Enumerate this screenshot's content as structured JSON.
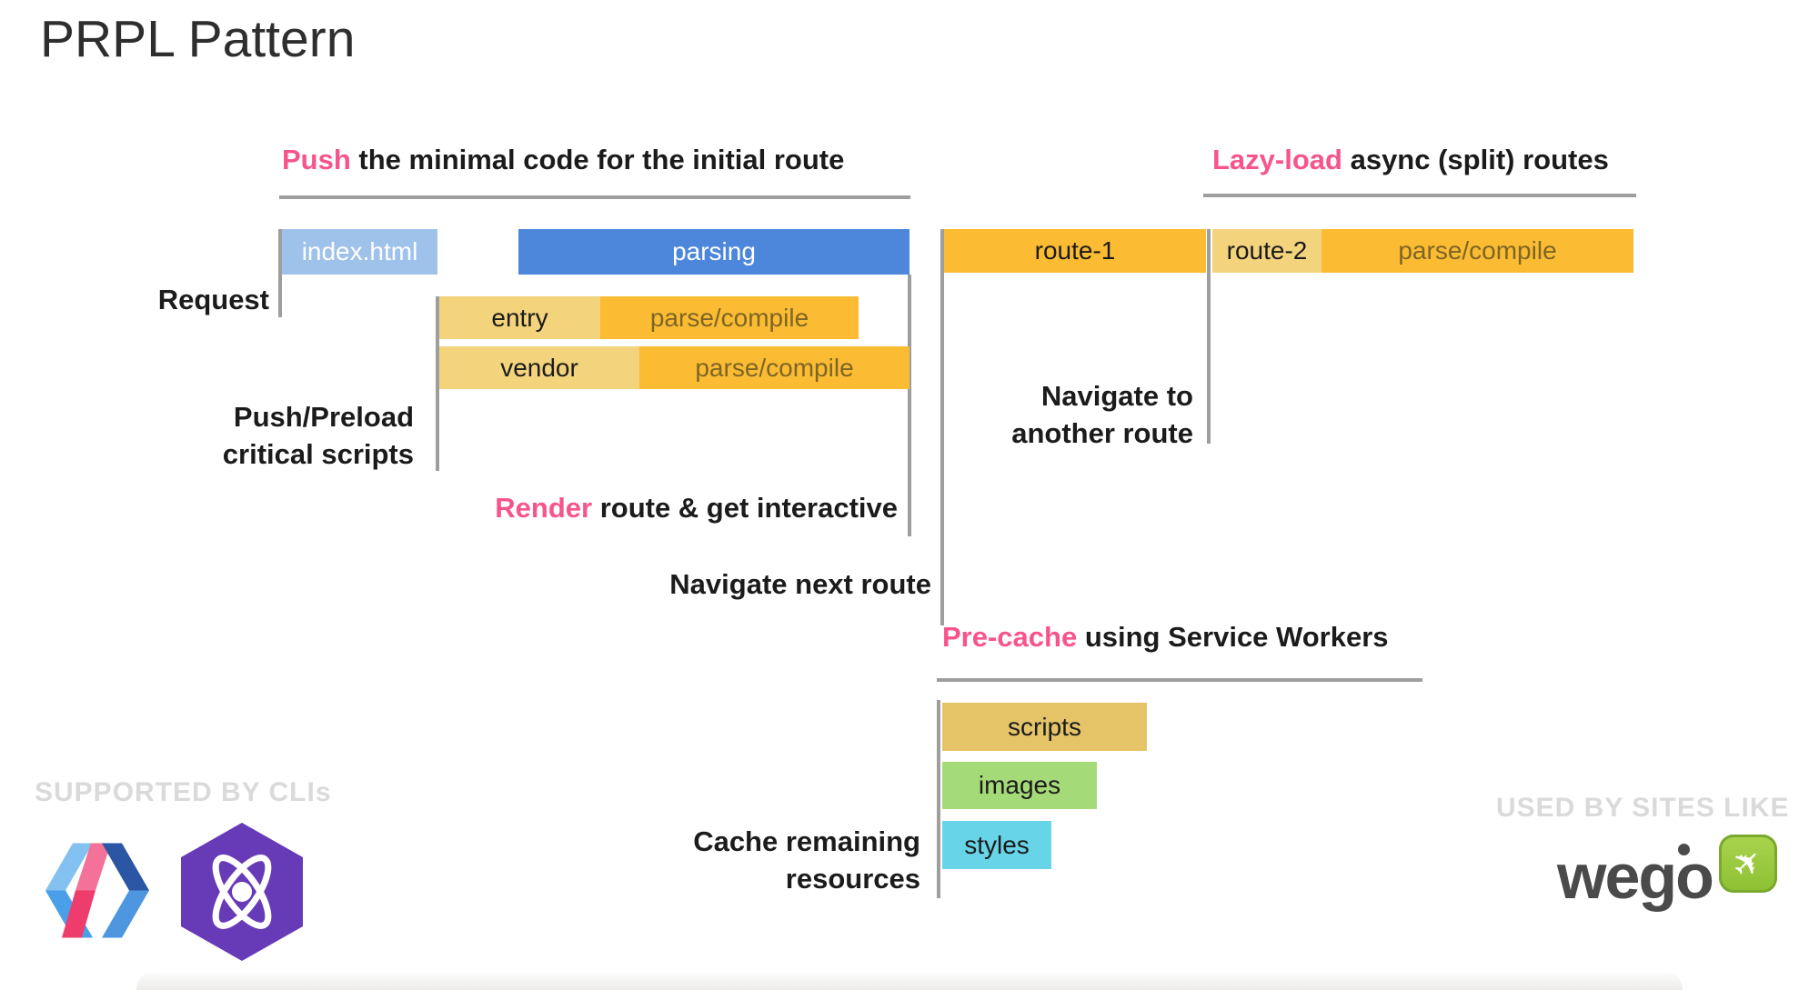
{
  "title": "PRPL Pattern",
  "sections": {
    "push": {
      "highlight": "Push",
      "rest": " the minimal code for the initial route"
    },
    "lazy": {
      "highlight": "Lazy-load",
      "rest": " async (split) routes"
    },
    "render": {
      "highlight": "Render",
      "rest": " route & get interactive"
    },
    "precache": {
      "highlight": "Pre-cache",
      "rest": " using Service Workers"
    }
  },
  "labels": {
    "request": "Request",
    "push_preload_line1": "Push/Preload",
    "push_preload_line2": "critical scripts",
    "navigate_another_line1": "Navigate to",
    "navigate_another_line2": "another route",
    "navigate_next": "Navigate next route",
    "cache_remaining_line1": "Cache remaining",
    "cache_remaining_line2": "resources"
  },
  "bars": {
    "index_html": {
      "label": "index.html"
    },
    "parsing": {
      "label": "parsing"
    },
    "entry": {
      "label": "entry",
      "suffix": "parse/compile"
    },
    "vendor": {
      "label": "vendor",
      "suffix": "parse/compile"
    },
    "route1": {
      "label": "route-1"
    },
    "route2": {
      "label": "route-2",
      "suffix": "parse/compile"
    },
    "scripts": {
      "label": "scripts"
    },
    "images": {
      "label": "images"
    },
    "styles": {
      "label": "styles"
    }
  },
  "footer": {
    "left_caption": "SUPPORTED BY CLIs",
    "right_caption": "USED BY SITES LIKE",
    "wego_text": "wego",
    "wego_plane": "✈"
  },
  "colors": {
    "accent_pink": "#F7548C",
    "bar_blue": "#4D87DB",
    "bar_light_blue": "#9FC2EB",
    "bar_orange": "#FBBC34",
    "bar_light_yellow": "#F4D37D",
    "bar_khaki": "#E5C468",
    "bar_green": "#A5DA79",
    "bar_cyan": "#67D4E8",
    "parse_compile_text": "#7E6524",
    "line_gray": "#9E9E9E",
    "watermark_gray": "#DADADA",
    "text_dark": "#1B1B1B",
    "preact_purple": "#673AB8",
    "wego_green": "#97C93D",
    "wego_text_color": "#4A4A4A"
  }
}
